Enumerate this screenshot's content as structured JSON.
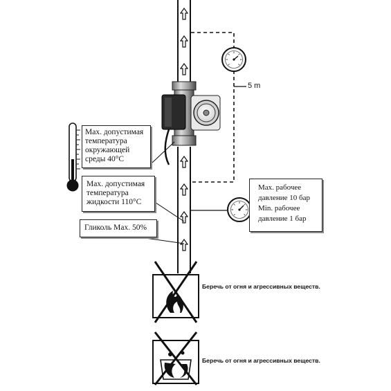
{
  "ambient_box": {
    "lines": [
      "Max. допустимая",
      "температура",
      "окружающей",
      "среды 40°C"
    ]
  },
  "liquid_box": {
    "lines": [
      "Max. допустимая",
      "температура",
      "жидкости 110°C"
    ]
  },
  "glycol_box": {
    "text": "Гликоль Max. 50%"
  },
  "pressure_box": {
    "lines": [
      "Max. рабочее",
      "давление 10 бар",
      "Min. рабочее",
      "давление 1 бар"
    ]
  },
  "distance_label": "5 m",
  "warnings": [
    "Беречь от огня и агрессивных веществ.",
    "Беречь от огня и агрессивных веществ."
  ]
}
